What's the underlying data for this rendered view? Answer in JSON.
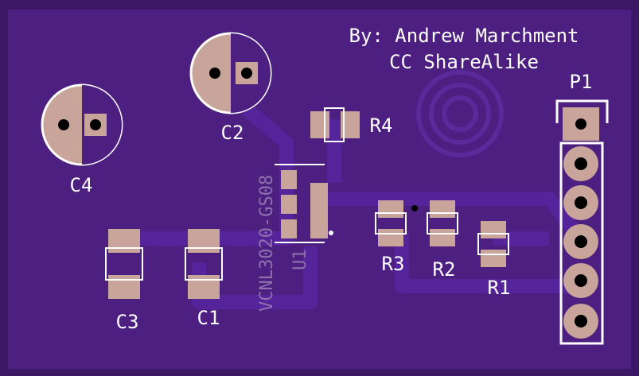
{
  "board": {
    "author_line": "By: Andrew Marchment",
    "license_line": "CC ShareAlike",
    "colors": {
      "board_edge": "#3c1766",
      "board_fill": "#4c1f80",
      "copper": "#56249a",
      "pad": "#c9a49a",
      "silkscreen": "#ffffff",
      "hole": "#000000"
    }
  },
  "components": {
    "C1": "C1",
    "C2": "C2",
    "C3": "C3",
    "C4": "C4",
    "R1": "R1",
    "R2": "R2",
    "R3": "R3",
    "R4": "R4",
    "P1": "P1",
    "U1": "U1",
    "U1_value": "VCNL3020-GS08"
  }
}
